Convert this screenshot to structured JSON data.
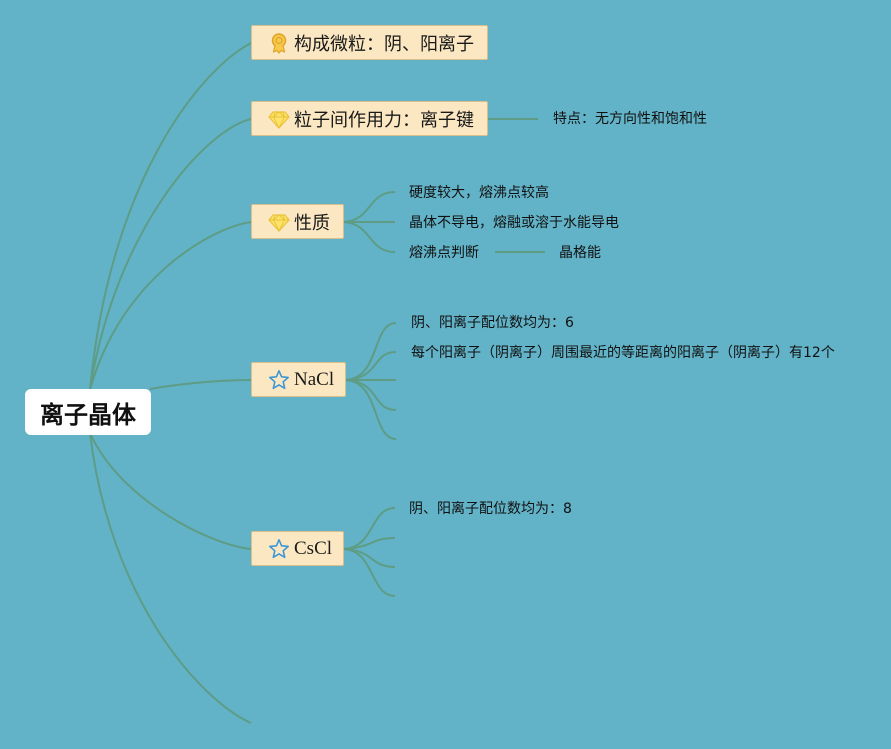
{
  "root": {
    "label": "离子晶体"
  },
  "topics": [
    {
      "label": "构成微粒：阴、阳离子",
      "icon": "medal-icon"
    },
    {
      "label": "粒子间作用力：离子键",
      "icon": "diamond-icon"
    },
    {
      "label": "性质",
      "icon": "diamond-icon"
    },
    {
      "label": "NaCl",
      "icon": "star-outline-icon"
    },
    {
      "label": "CsCl",
      "icon": "star-outline-icon"
    }
  ],
  "leaves": {
    "bond_feature": "特点：无方向性和饱和性",
    "property_1": "硬度较大，熔沸点较高",
    "property_2": "晶体不导电，熔融或溶于水能导电",
    "property_3": "熔沸点判断",
    "lattice_energy": "晶格能",
    "nacl_1": "阴、阳离子配位数均为：6",
    "nacl_2": "每个阳离子（阴离子）周围最近的等距离的阳离子（阴离子）有12个",
    "cscl_1": "阴、阳离子配位数均为：8"
  },
  "colors": {
    "background": "#62b3c8",
    "connector": "#5e9c86",
    "topic_fill": "#fbe8c2",
    "root_fill": "#ffffff"
  }
}
